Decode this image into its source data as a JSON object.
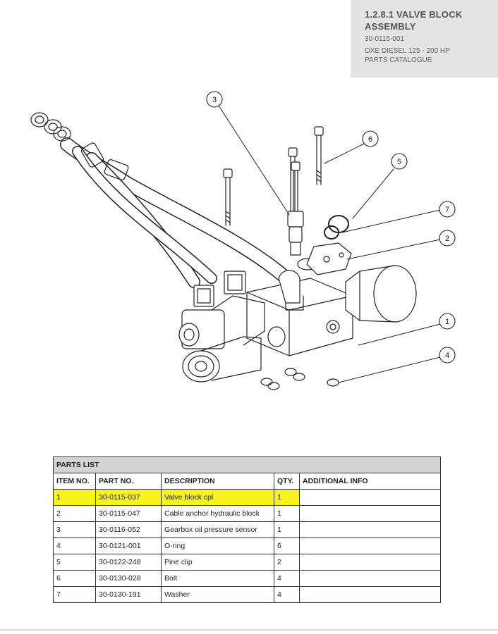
{
  "header": {
    "title": "1.2.8.1 VALVE BLOCK\nASSEMBLY",
    "code": "30-0115-001",
    "subtitle": "OXE DIESEL 125 - 200 HP\nPARTS CATALOGUE"
  },
  "callouts": [
    "1",
    "2",
    "3",
    "4",
    "5",
    "6",
    "7"
  ],
  "parts_list": {
    "title": "PARTS LIST",
    "columns": [
      "ITEM NO.",
      "PART NO.",
      "DESCRIPTION",
      "QTY.",
      "ADDITIONAL INFO"
    ],
    "rows": [
      {
        "item": "1",
        "part_no": "30-0115-037",
        "description": "Valve block cpl",
        "qty": "1",
        "info": ""
      },
      {
        "item": "2",
        "part_no": "30-0115-047",
        "description": "Cable anchor hydraulic block",
        "qty": "1",
        "info": ""
      },
      {
        "item": "3",
        "part_no": "30-0116-052",
        "description": "Gearbox oil pressure sensor",
        "qty": "1",
        "info": ""
      },
      {
        "item": "4",
        "part_no": "30-0121-001",
        "description": "O-ring",
        "qty": "6",
        "info": ""
      },
      {
        "item": "5",
        "part_no": "30-0122-248",
        "description": "Pine clip",
        "qty": "2",
        "info": ""
      },
      {
        "item": "6",
        "part_no": "30-0130-028",
        "description": "Bolt",
        "qty": "4",
        "info": ""
      },
      {
        "item": "7",
        "part_no": "30-0130-191",
        "description": "Washer",
        "qty": "4",
        "info": ""
      }
    ],
    "highlight_color": "#f6f31d"
  }
}
